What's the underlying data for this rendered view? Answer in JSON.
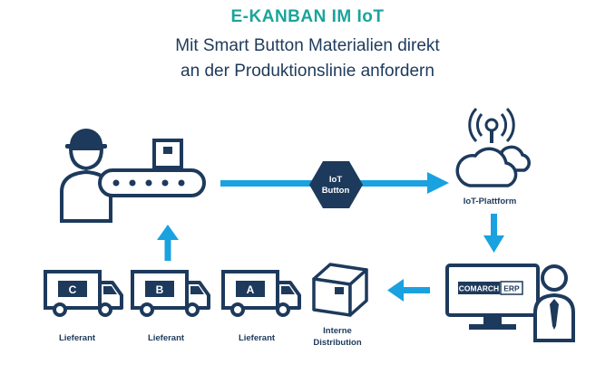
{
  "header": {
    "title": "E-KANBAN IM IoT",
    "subtitle_line1": "Mit Smart Button Materialien direkt",
    "subtitle_line2": "an der Produktionslinie anfordern"
  },
  "nodes": {
    "iot_button_line1": "IoT",
    "iot_button_line2": "Button",
    "platform_label": "IoT-Plattform",
    "erp_brand": "COMARCH",
    "erp_product": "ERP",
    "distribution_line1": "Interne",
    "distribution_line2": "Distribution",
    "trucks": [
      {
        "letter": "C",
        "label": "Lieferant"
      },
      {
        "letter": "B",
        "label": "Lieferant"
      },
      {
        "letter": "A",
        "label": "Lieferant"
      }
    ]
  },
  "colors": {
    "navy": "#1d3a5c",
    "arrow_blue": "#1aa1e0",
    "title_teal": "#1aa49b"
  }
}
